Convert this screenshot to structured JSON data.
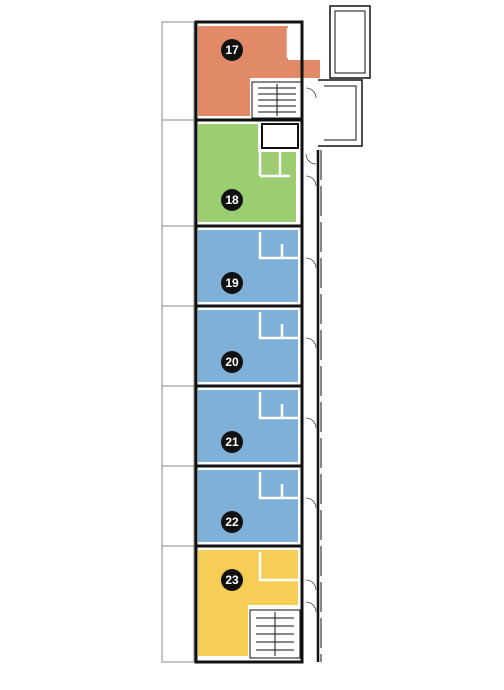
{
  "colors": {
    "unit_17": "#e08a68",
    "unit_18": "#9ccd73",
    "unit_19_22": "#7fb0d8",
    "unit_23": "#f6cd55",
    "wall": "#111111",
    "line": "#888888",
    "badge": "#111111"
  },
  "units": [
    {
      "number": "17",
      "color_key": "unit_17"
    },
    {
      "number": "18",
      "color_key": "unit_18"
    },
    {
      "number": "19",
      "color_key": "unit_19_22"
    },
    {
      "number": "20",
      "color_key": "unit_19_22"
    },
    {
      "number": "21",
      "color_key": "unit_19_22"
    },
    {
      "number": "22",
      "color_key": "unit_19_22"
    },
    {
      "number": "23",
      "color_key": "unit_23"
    }
  ]
}
